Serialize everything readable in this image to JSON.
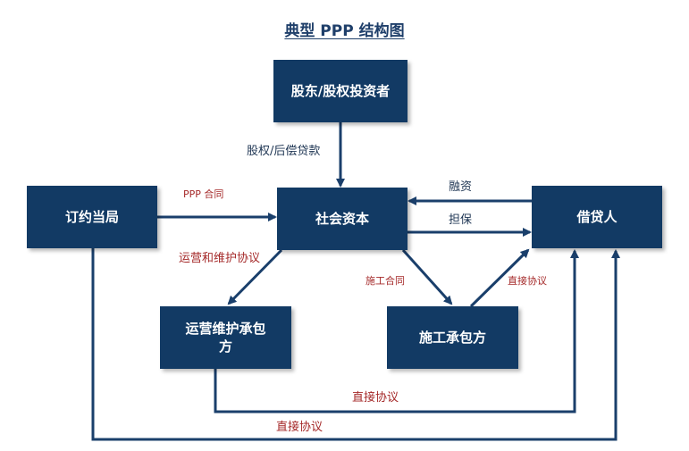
{
  "title": "典型 PPP 结构图",
  "nodes": {
    "shareholders": "股东/股权投资者",
    "authority": "订约当局",
    "social_capital": "社会资本",
    "borrower": "借贷人",
    "om_contractor": "运营维护承包\n方",
    "construction_contractor": "施工承包方"
  },
  "edge_labels": {
    "equity_loan": "股权/后偿贷款",
    "ppp_contract": "PPP 合同",
    "financing": "融资",
    "guarantee": "担保",
    "om_agreement": "运营和维护协议",
    "construction_contract": "施工合同",
    "direct_agreement_construction": "直接协议",
    "direct_agreement_om": "直接协议",
    "direct_agreement_authority": "直接协议"
  },
  "colors": {
    "node_fill": "#123a64",
    "arrow": "#1a3f6b",
    "label_red": "#a52a2a",
    "label_dark": "#1e3553"
  }
}
